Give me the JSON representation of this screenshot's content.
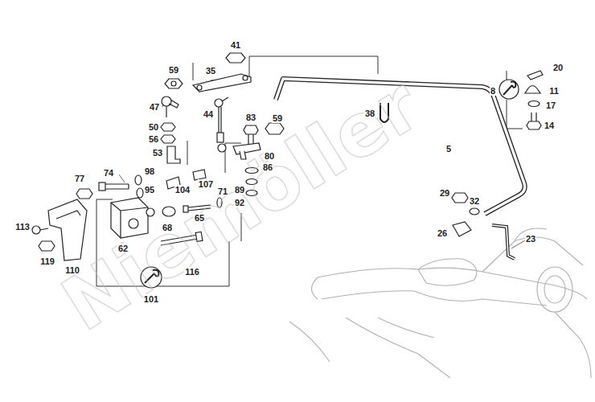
{
  "diagram": {
    "labels": [
      "41",
      "20",
      "59",
      "35",
      "8",
      "11",
      "17",
      "47",
      "38",
      "44",
      "83",
      "59",
      "14",
      "50",
      "56",
      "5",
      "53",
      "80",
      "86",
      "98",
      "74",
      "77",
      "107",
      "104",
      "95",
      "71",
      "89",
      "29",
      "32",
      "92",
      "65",
      "113",
      "68",
      "26",
      "23",
      "62",
      "119",
      "110",
      "116",
      "101",
      "Niemöller"
    ]
  }
}
